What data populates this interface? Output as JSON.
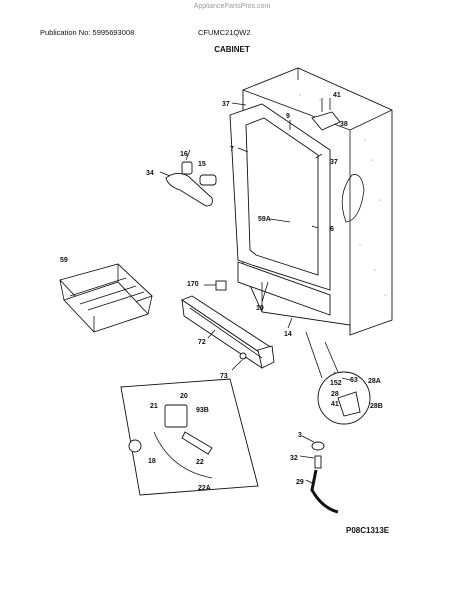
{
  "header": {
    "watermark": "AppliancePartsPros.com",
    "publication": "Publication No: 5995693008",
    "model": "CFUMC21QW2",
    "section_title": "CABINET"
  },
  "footer": {
    "figure_code": "P08C1313E"
  },
  "callouts": {
    "c37a": "37",
    "c9": "9",
    "c41a": "41",
    "c38": "38",
    "c7": "7",
    "c16": "16",
    "c15": "15",
    "c34": "34",
    "c37b": "37",
    "c59A": "59A",
    "c6": "6",
    "c59": "59",
    "c170": "170",
    "c10": "10",
    "c14": "14",
    "c72": "72",
    "c73": "73",
    "c63": "63",
    "c152": "152",
    "c28A": "28A",
    "c28": "28",
    "c41b": "41",
    "c28B": "28B",
    "c20": "20",
    "c21": "21",
    "c93B": "93B",
    "c22": "22",
    "c18": "18",
    "c22A": "22A",
    "c3": "3",
    "c32": "32",
    "c29": "29"
  }
}
